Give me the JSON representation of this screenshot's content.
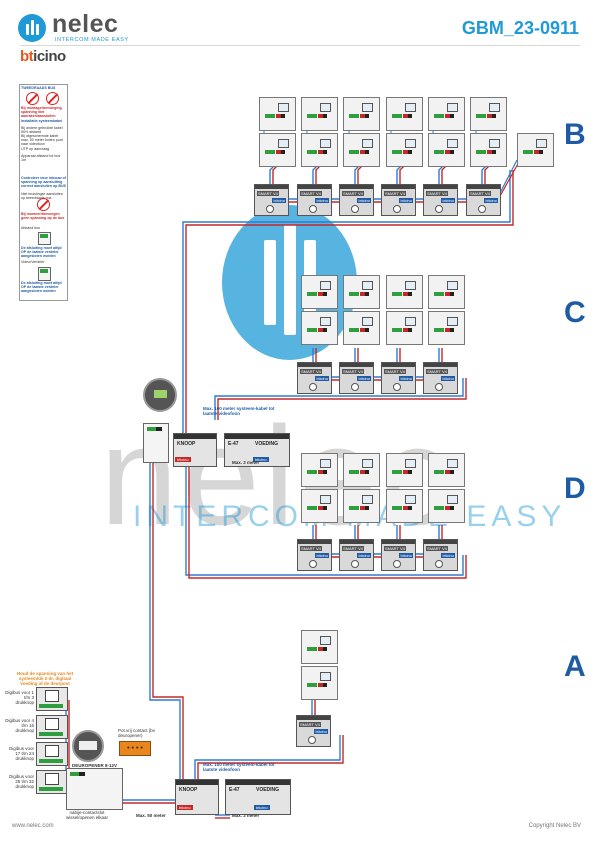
{
  "header": {
    "brand": "nelec",
    "tagline": "INTERCOM MADE EASY",
    "partner_prefix": "bt",
    "partner_rest": "icino",
    "document_id": "GBM_23-0911"
  },
  "colors": {
    "nelec_blue": "#1f9ad6",
    "label_blue": "#1f5ba5",
    "bticino_orange": "#e8571e",
    "wire_blue": "#2f7cd1",
    "wire_red": "#c62828",
    "terminal_green": "#2e9e3e"
  },
  "sections": [
    "B",
    "C",
    "D",
    "A"
  ],
  "legend": {
    "title": "TWEEDRAADS BUS",
    "lines": [
      {
        "text": "Bij montage/toevoeging spanning niet aanraken/aansluiten",
        "style": "red"
      },
      {
        "text": "Installatie systeemkabel",
        "style": "blue"
      },
      {
        "text": "Bij andere gebruikte kabel 50% afstand",
        "style": "plain"
      },
      {
        "text": "Bij afgeschermde kabel max. 50 meter buiten punt naar videofoon",
        "style": "plain"
      },
      {
        "text": "UTP op aanvraag",
        "style": "plain"
      },
      {
        "text": "Apparaat afstand tot bus 1m",
        "style": "plain"
      },
      {
        "text": "Controleer voor inbouw of spanning op aansluiting correct aansluiten op BUS",
        "style": "blue"
      },
      {
        "text": "Niet kruislingse aansluiten op tweedraads bus",
        "style": "plain"
      },
      {
        "text": "Bij monteer/toevoegen geen spanning op de bus",
        "style": "red"
      },
      {
        "text": "Afstand bus",
        "style": "plain"
      },
      {
        "text": "De afsluiting moet altijd OP de laatste verdeler aangesloten worden",
        "style": "blue"
      },
      {
        "text": "Video/Verdeler",
        "style": "plain"
      },
      {
        "text": "De afsluiting moet altijd OP de laatste verdeler aangesloten worden",
        "style": "blue"
      }
    ]
  },
  "distributor": {
    "label": "SMART V4",
    "brand": "bticino"
  },
  "psu_main": {
    "knoop_label": "KNOOP",
    "brand": "bticino",
    "module_label": "E-47",
    "voeding_label": "VOEDING",
    "cable_caption": "Max. 100 meter systeem-kabel tot laatste videofoon",
    "wire_caption": "Max. 2 meter"
  },
  "psu_bottom": {
    "knoop_label": "KNOOP",
    "brand": "bticino",
    "module_label": "E-47",
    "voeding_label": "VOEDING",
    "cable_caption": "Max. 100 meter systeem-kabel tot laatste videofoon",
    "wire_caption": "Max. 2 meter",
    "max50": "Max. 50 meter"
  },
  "entrance": {
    "orange_note": "Houd de spanning van het systeem/de 2-dr. digitaal voeding af de deurpost",
    "captions": [
      "Digibus voor 1 t/m 3 drukknop",
      "Digibus voor 4 t/m 16 drukknop",
      "Digibus voor 17 t/m 24 drukknop",
      "Digibus voor 25 t/m 32 drukknop"
    ],
    "relay_note": "Pot.vrij contact (bv deuropener)",
    "deuropener_label": "DEUROPENER 8-12V",
    "bottom_caption": "nabije-contactslot wissel/openen elkaar",
    "relay_text": "● ● ● ●"
  },
  "footer": {
    "left": "www.nelec.com",
    "right": "Copyright Nelec BV"
  },
  "watermark": {
    "word": "nelec",
    "sub": "INTERCOM MADE EASY"
  }
}
